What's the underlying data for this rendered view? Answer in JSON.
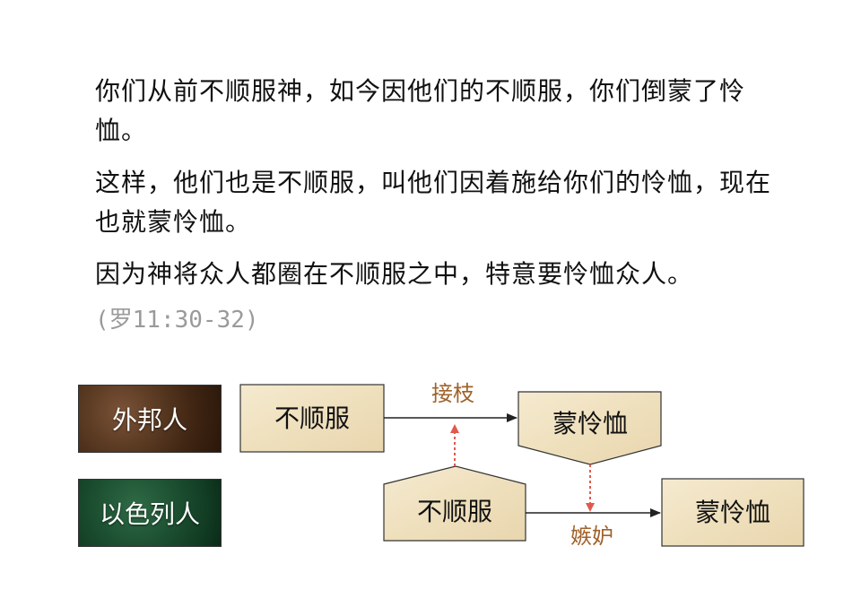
{
  "text": {
    "p1": "你们从前不顺服神，如今因他们的不顺服，你们倒蒙了怜恤。",
    "p2": "这样，他们也是不顺服，叫他们因着施给你们的怜恤，现在也就蒙怜恤。",
    "p3": "因为神将众人都圈在不顺服之中，特意要怜恤众人。",
    "reference": "(罗11:30-32)"
  },
  "diagram": {
    "labels": {
      "gentile": "外邦人",
      "israel": "以色列人"
    },
    "nodes": {
      "gentile_disobedience": "不顺服",
      "gentile_mercy": "蒙怜恤",
      "israel_disobedience": "不顺服",
      "israel_mercy": "蒙怜恤"
    },
    "edges": {
      "grafting": "接枝",
      "jealousy": "嫉妒"
    },
    "colors": {
      "node_fill": "#f1e4c6",
      "node_border": "#333333",
      "arrow": "#222222",
      "dotted_arrow": "#e05a4e",
      "edge_label": "#a0622a",
      "gentile_label_bg": "#4a2d18",
      "israel_label_bg": "#174a2c"
    }
  }
}
